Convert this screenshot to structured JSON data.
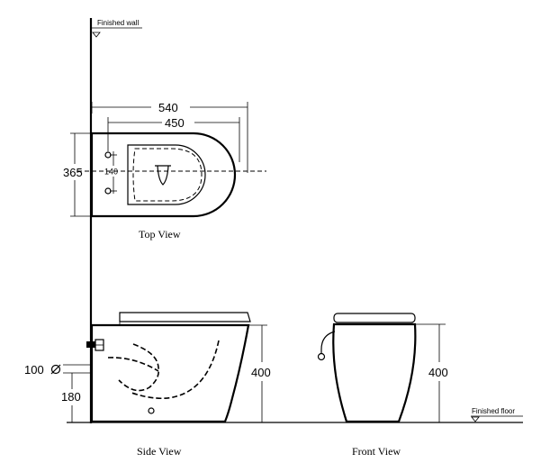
{
  "annotations": {
    "finished_wall": "Finished wall",
    "finished_floor": "Finished floor"
  },
  "views": {
    "top": "Top View",
    "side": "Side View",
    "front": "Front View"
  },
  "dimensions": {
    "overall_length": "540",
    "bowl_length": "450",
    "width": "365",
    "bolt_spacing": "140",
    "side_height": "400",
    "front_height": "400",
    "inlet_height": "180",
    "inlet_diameter": "100"
  }
}
